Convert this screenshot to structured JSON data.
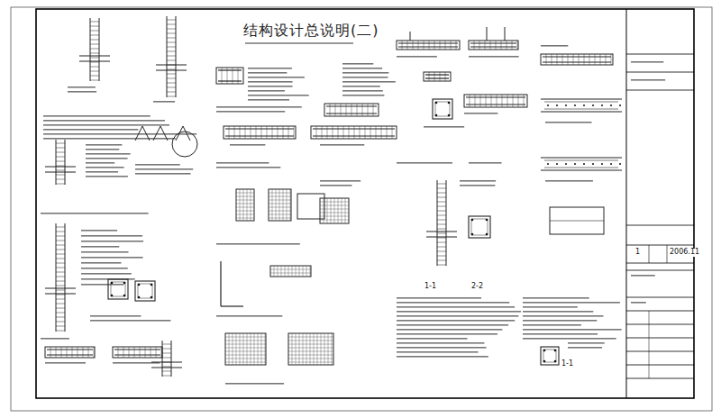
{
  "diagram": {
    "title": "结构设计总说明(二)",
    "labels": [
      "1-1",
      "2-2",
      "1-1",
      "1",
      "2006.11"
    ]
  }
}
